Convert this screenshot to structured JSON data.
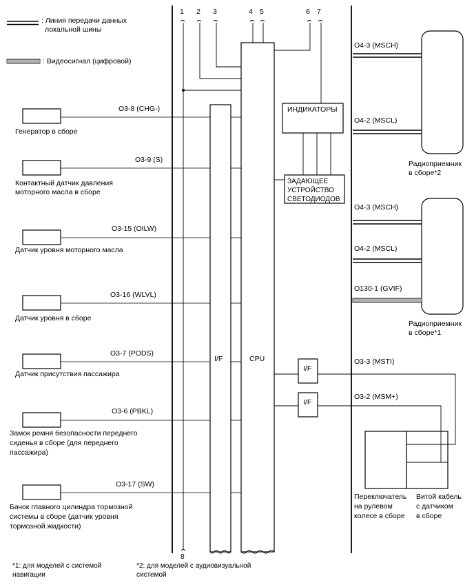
{
  "legend": {
    "bus_line": ": Линия передачи данных",
    "bus_line_2": "локальной шины",
    "video_signal": ": Видеосигнал (цифровой)"
  },
  "terminals": {
    "t1": "1",
    "t2": "2",
    "t3": "3",
    "t4": "4",
    "t5": "5",
    "t6": "6",
    "t7": "7",
    "t8": "8"
  },
  "blocks": {
    "cpu": "CPU",
    "if_main": "I/F",
    "if_1": "I/F",
    "if_2": "I/F",
    "indicators": "ИНДИКАТОРЫ",
    "led_driver_1": "ЗАДАЮЩЕЕ",
    "led_driver_2": "УСТРОЙСТВО",
    "led_driver_3": "СВЕТОДИОДОВ"
  },
  "left_components": [
    {
      "pin": "O3-8 (CHG-)",
      "label1": "Генератор в сборе",
      "label2": "",
      "label3": ""
    },
    {
      "pin": "O3-9 (S)",
      "label1": "Контактный датчик давления",
      "label2": "моторного масла в сборе",
      "label3": ""
    },
    {
      "pin": "O3-15 (OILW)",
      "label1": "Датчик уровня моторного масла",
      "label2": "",
      "label3": ""
    },
    {
      "pin": "O3-16 (WLVL)",
      "label1": "Датчик уровня в сборе",
      "label2": "",
      "label3": ""
    },
    {
      "pin": "O3-7 (PODS)",
      "label1": "Датчик присутствия пассажира",
      "label2": "",
      "label3": ""
    },
    {
      "pin": "O3-6 (PBKL)",
      "label1": "Замок ремня безопасности переднего",
      "label2": "сиденья в сборе (для переднего",
      "label3": "пассажира)"
    },
    {
      "pin": "O3-17 (SW)",
      "label1": "Бачок главного цилиндра тормозной",
      "label2": "системы в сборе (датчик уровня",
      "label3": "тормозной жидкости)"
    }
  ],
  "right_pins": {
    "mschA": "O4-3 (MSCH)",
    "msclA": "O4-2 (MSCL)",
    "mschB": "O4-3 (MSCH)",
    "msclB": "O4-2 (MSCL)",
    "gvif": "O130-1 (GVIF)",
    "msti": "O3-3 (MSTI)",
    "msm": "O3-2 (MSM+)"
  },
  "radios": {
    "radio2_1": "Радиоприемник",
    "radio2_2": "в сборе*2",
    "radio1_1": "Радиоприемник",
    "radio1_2": "в сборе*1"
  },
  "steering": {
    "switch_1": "Переключатель",
    "switch_2": "на рулевом",
    "switch_3": "колесе в сборе",
    "cable_1": "Витой кабель",
    "cable_2": "с датчиком",
    "cable_3": "в сборе"
  },
  "footnotes": {
    "n1_1": "*1: для моделей с системой",
    "n1_2": "навигации",
    "n2_1": "*2: для моделей с аудиовизуальной",
    "n2_2": "системой"
  }
}
